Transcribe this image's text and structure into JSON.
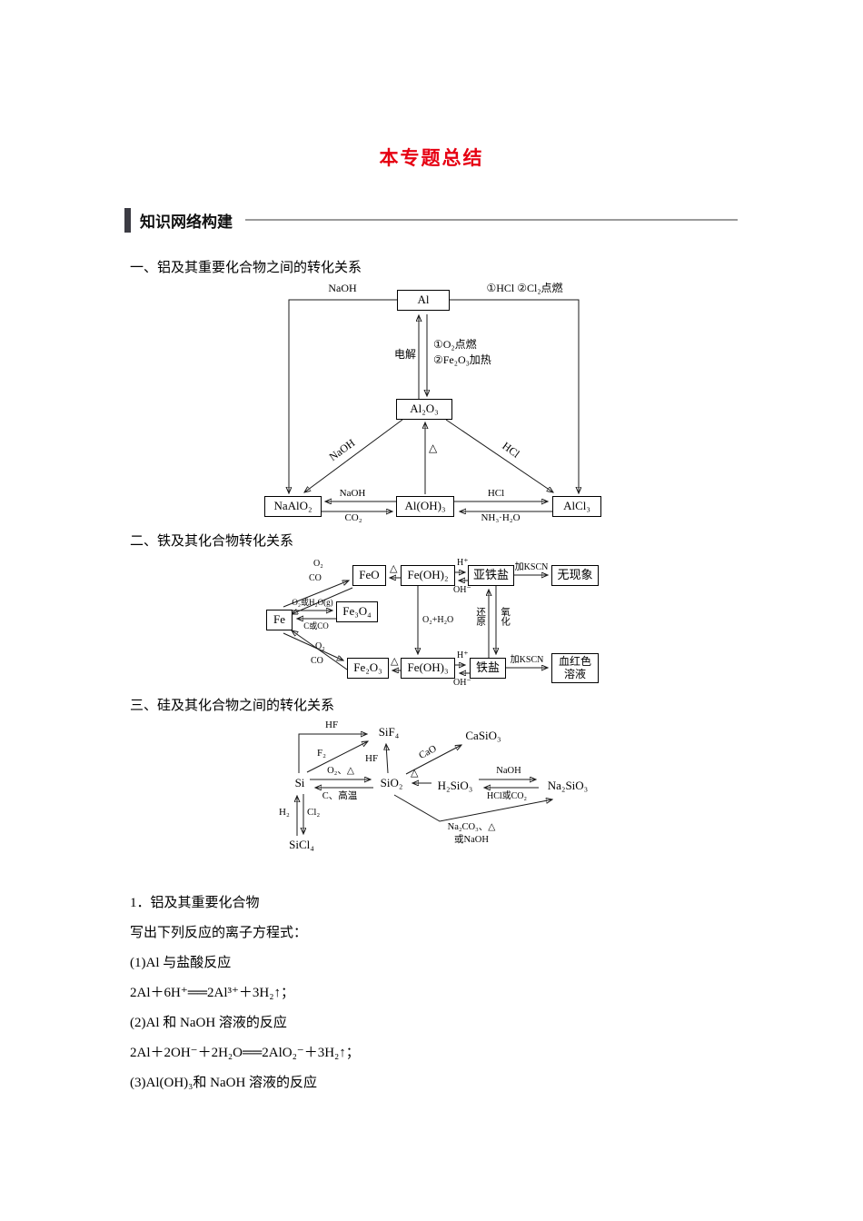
{
  "page": {
    "title": "本专题总结",
    "section_header": "知识网络构建"
  },
  "headings": {
    "h1": "一、铝及其重要化合物之间的转化关系",
    "h2": "二、铁及其化合物转化关系",
    "h3": "三、硅及其化合物之间的转化关系"
  },
  "diagram_al": {
    "nodes": {
      "al": "Al",
      "al2o3": "Al₂O₃",
      "naalo2": "NaAlO₂",
      "aloh3": "Al(OH)₃",
      "alcl3": "AlCl₃"
    },
    "labels": {
      "naoh_top": "NaOH",
      "hcl_cl2": "①HCl ②Cl₂点燃",
      "dianjie": "电解",
      "o2_dianran": "①O₂点燃",
      "fe2o3_jiare": "②Fe₂O₃加热",
      "naoh_diag": "NaOH",
      "hcl_diag": "HCl",
      "delta": "△",
      "naoh_mid": "NaOH",
      "co2": "CO₂",
      "hcl_mid": "HCl",
      "nh3h2o": "NH₃·H₂O"
    }
  },
  "diagram_fe": {
    "nodes": {
      "fe": "Fe",
      "feo": "FeO",
      "feoh2": "Fe(OH)₂",
      "yatieyan": "亚铁盐",
      "wuxianxiang": "无现象",
      "fe3o4": "Fe₃O₄",
      "fe2o3": "Fe₂O₃",
      "feoh3": "Fe(OH)₃",
      "tieyan": "铁盐",
      "xuehongse": "血红色",
      "rongye": "溶液"
    },
    "labels": {
      "o2_top": "O₂",
      "co_top": "CO",
      "o2_h2o_g": "O₂或H₂O(g)",
      "c_co": "C或CO",
      "o2_bottom": "O₂",
      "co_bottom": "CO",
      "delta_top": "△",
      "delta_bottom": "△",
      "h_top": "H⁺",
      "oh_top": "OH⁻",
      "h_bottom": "H⁺",
      "oh_bottom": "OH⁻",
      "kscn_top": "加KSCN",
      "kscn_bottom": "加KSCN",
      "o2_h2o": "O₂+H₂O",
      "huanyuan": "还原",
      "yanghua": "氧化"
    }
  },
  "diagram_si": {
    "nodes": {
      "si": "Si",
      "sif4": "SiF₄",
      "casio3": "CaSiO₃",
      "sio2": "SiO₂",
      "h2sio3": "H₂SiO₃",
      "na2sio3": "Na₂SiO₃",
      "sicl4": "SiCl₄"
    },
    "labels": {
      "hf_top": "HF",
      "f2": "F₂",
      "hf_mid": "HF",
      "cao": "CaO",
      "o2_delta": "O₂、△",
      "c_gaowen": "C、高温",
      "delta": "△",
      "naoh": "NaOH",
      "hcl_co2": "HCl或CO₂",
      "h2": "H₂",
      "cl2": "Cl₂",
      "na2co3_1": "Na₂CO₃、△",
      "na2co3_2": "或NaOH"
    }
  },
  "body": {
    "item1_title": "1．铝及其重要化合物",
    "intro": "写出下列反应的离子方程式：",
    "q1": "(1)Al 与盐酸反应",
    "eq1": "2Al＋6H⁺══2Al³⁺＋3H₂↑；",
    "q2": "(2)Al 和 NaOH 溶液的反应",
    "eq2": "2Al＋2OH⁻＋2H₂O══2AlO₂⁻＋3H₂↑；",
    "q3": "(3)Al(OH)₃和 NaOH 溶液的反应"
  }
}
